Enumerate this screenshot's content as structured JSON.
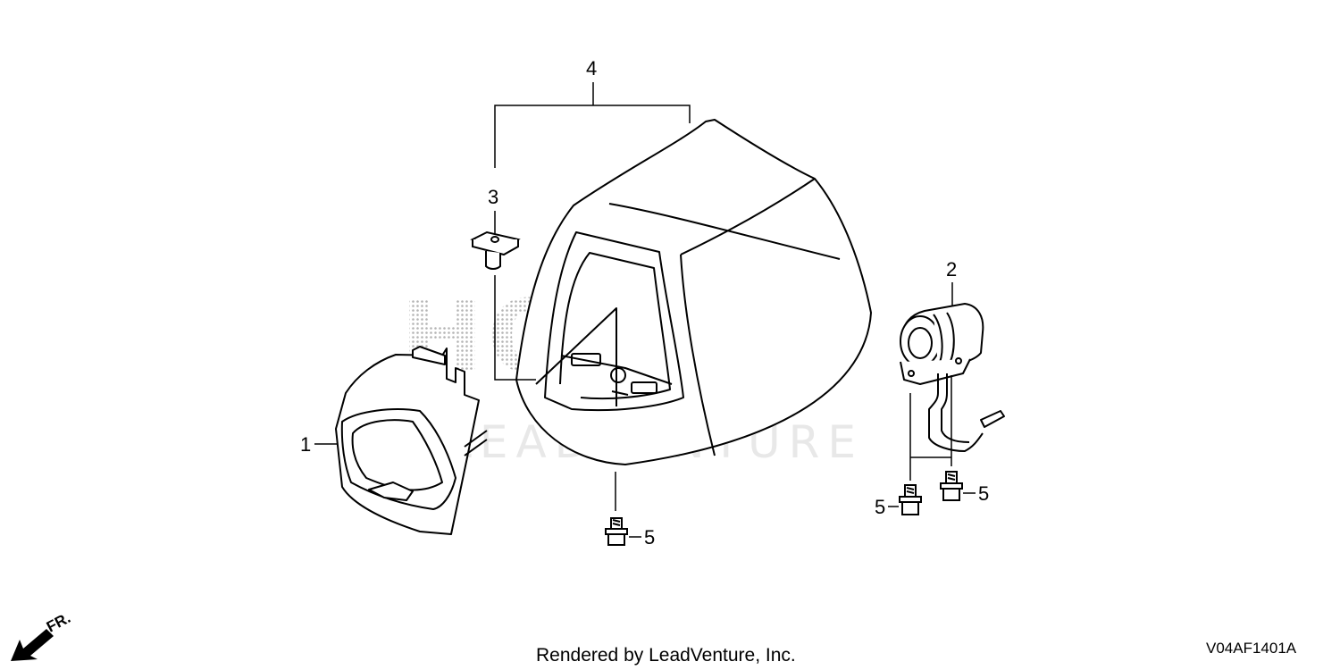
{
  "callouts": {
    "part_1": "1",
    "part_2": "2",
    "part_3": "3",
    "part_4": "4",
    "part_5_bottom": "5",
    "part_5_left": "5",
    "part_5_right": "5"
  },
  "watermark": {
    "brand": "HONDA",
    "renderer": "LEADVENTURE"
  },
  "direction_indicator": "FR.",
  "footer_credit": "Rendered by LeadVenture, Inc.",
  "diagram_code": "V04AF1401A",
  "colors": {
    "line": "#000000",
    "watermark": "#bdbdbd",
    "background": "#ffffff"
  }
}
